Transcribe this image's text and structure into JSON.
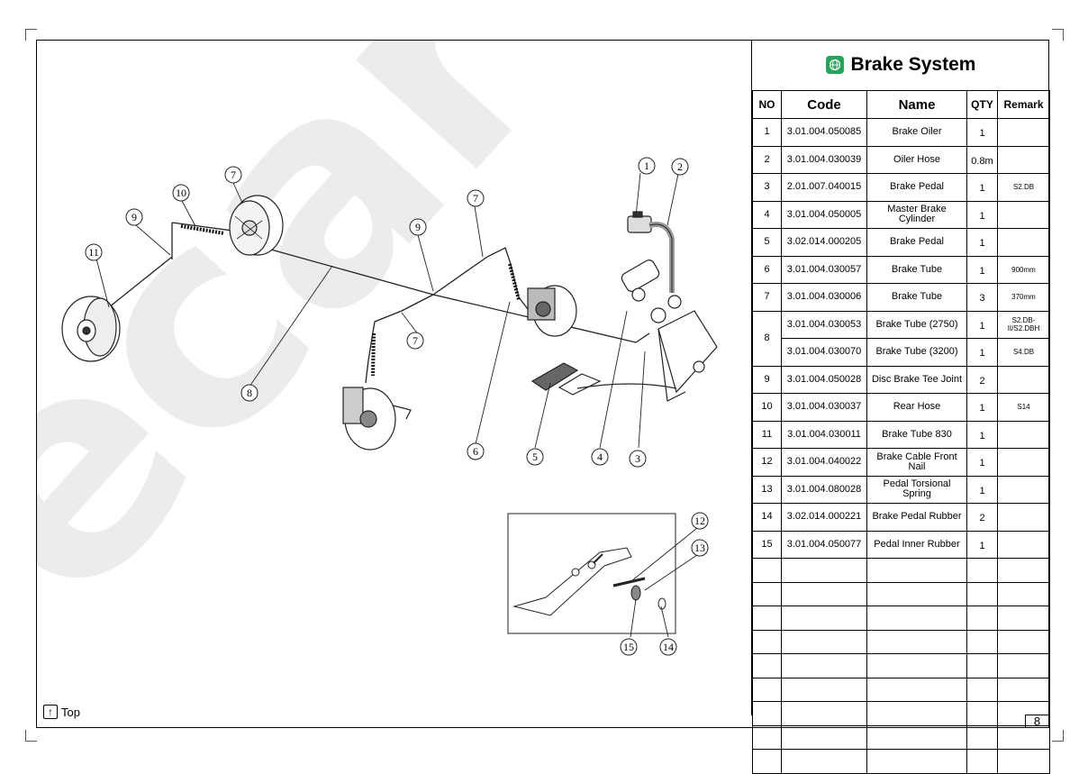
{
  "title": "Brake System",
  "page_number": "8",
  "top_link": "Top",
  "icons": {
    "title": "globe-icon",
    "top": "arrow-up-icon"
  },
  "colors": {
    "accent": "#27a35c",
    "watermark": "#ececec"
  },
  "watermark": "ecar",
  "table": {
    "headers": {
      "no": "NO",
      "code": "Code",
      "name": "Name",
      "qty": "QTY",
      "remark": "Remark"
    },
    "rows": [
      {
        "no": "1",
        "code": "3.01.004.050085",
        "name": "Brake Oiler",
        "qty": "1",
        "remark": ""
      },
      {
        "no": "2",
        "code": "3.01.004.030039",
        "name": "Oiler Hose",
        "qty": "0.8m",
        "remark": ""
      },
      {
        "no": "3",
        "code": "2.01.007.040015",
        "name": "Brake Pedal",
        "qty": "1",
        "remark": "S2.DB"
      },
      {
        "no": "4",
        "code": "3.01.004.050005",
        "name": "Master Brake Cylinder",
        "qty": "1",
        "remark": ""
      },
      {
        "no": "5",
        "code": "3.02.014.000205",
        "name": "Brake Pedal",
        "qty": "1",
        "remark": ""
      },
      {
        "no": "6",
        "code": "3.01.004.030057",
        "name": "Brake Tube",
        "qty": "1",
        "remark": "900mm"
      },
      {
        "no": "7",
        "code": "3.01.004.030006",
        "name": "Brake Tube",
        "qty": "3",
        "remark": "370mm"
      },
      {
        "no": "8",
        "code": "3.01.004.030053",
        "name": "Brake Tube (2750)",
        "qty": "1",
        "remark": "S2.DB-II/S2.DBH"
      },
      {
        "no": "",
        "code": "3.01.004.030070",
        "name": "Brake Tube (3200)",
        "qty": "1",
        "remark": "S4.DB"
      },
      {
        "no": "9",
        "code": "3.01.004.050028",
        "name": "Disc Brake Tee Joint",
        "qty": "2",
        "remark": ""
      },
      {
        "no": "10",
        "code": "3.01.004.030037",
        "name": "Rear Hose",
        "qty": "1",
        "remark": "S14"
      },
      {
        "no": "11",
        "code": "3.01.004.030011",
        "name": "Brake Tube 830",
        "qty": "1",
        "remark": ""
      },
      {
        "no": "12",
        "code": "3.01.004.040022",
        "name": "Brake Cable Front Nail",
        "qty": "1",
        "remark": ""
      },
      {
        "no": "13",
        "code": "3.01.004.080028",
        "name": "Pedal Torsional Spring",
        "qty": "1",
        "remark": ""
      },
      {
        "no": "14",
        "code": "3.02.014.000221",
        "name": "Brake Pedal Rubber",
        "qty": "2",
        "remark": ""
      },
      {
        "no": "15",
        "code": "3.01.004.050077",
        "name": "Pedal Inner Rubber",
        "qty": "1",
        "remark": ""
      }
    ],
    "empty_rows": 9
  },
  "callouts": [
    "1",
    "2",
    "3",
    "4",
    "5",
    "6",
    "7",
    "7",
    "7",
    "8",
    "9",
    "9",
    "10",
    "11",
    "12",
    "13",
    "14",
    "15"
  ]
}
